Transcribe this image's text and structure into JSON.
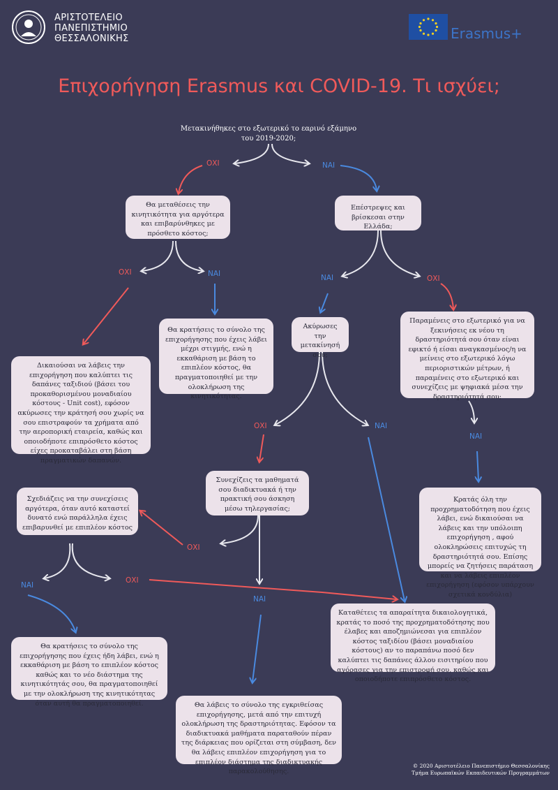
{
  "header": {
    "university": [
      "ΑΡΙΣΤΟΤΕΛΕΙΟ",
      "ΠΑΝΕΠΙΣΤΗΜΙΟ",
      "ΘΕΣΣΑΛΟΝΙΚΗΣ"
    ],
    "erasmus_label": "Erasmus+"
  },
  "title": "Επιχορήγηση Erasmus και COVID-19. Τι ισχύει;",
  "question": "Μετακινήθηκες στο εξωτερικό το εαρινό εξάμηνο του 2019-2020;",
  "labels": {
    "no": "ΟΧΙ",
    "yes": "ΝΑΙ"
  },
  "nodes": {
    "postpone": "Θα μεταθέσεις την κινητικότητα για αργότερα και επιβαρύνθηκες με πρόσθετο κόστος;",
    "returned": "Επέστρεψες και βρίσκεσαι στην Ελλάδα;",
    "refund": "Δικαιούσαι να λάβεις την επιχορήγηση που καλύπτει τις δαπάνες ταξιδιού (βάσει του προκαθορισμένου μοναδιαίου κόστους - Unit cost), εφόσον ακύρωσες την κράτησή σου χωρίς να σου επιστραφούν τα χρήματα από την αεροπορική εταιρεία, καθώς και οποιοδήποτε επιπρόσθετο κόστος είχες προκαταβάλει στη βάση πραγματικών δαπανών.",
    "keep_settle": "Θα κρατήσεις το σύνολο της επιχορήγησης που έχεις λάβει μέχρι στιγμής, ενώ η εκκαθάριση με βάση το επιπλέον κόστος, θα πραγματοποιηθεί με την ολοκλήρωση της κινητικότητας.",
    "cancelled": "Ακύρωσες την μετακίνησή σου;",
    "stayed": "Παραμένεις στο εξωτερικό για να ξεκινήσεις εκ νέου τη δραστηριότητά σου όταν είναι εφικτό ή είσαι αναγκασμένος/η να μείνεις στο εξωτερικό λόγω περιοριστικών μέτρων, ή παραμένεις στο εξωτερικό και συνεχίζεις με ψηφιακά μέσα την δραστηριότητά σου;",
    "online": "Συνεχίζεις τα μαθηματά σου διαδικτυακά ή την πρακτική σου άσκηση μέσω τηλεργασίας;",
    "keep_all": "Κρατάς όλη την προχρηματοδότηση που έχεις λάβει, ενώ δικαιούσαι να λάβεις και την υπόλοιπη επιχορήγηση , αφού ολοκληρώσεις επιτυχώς τη δραστηριότητά σου. Επίσης μπορείς να ζητήσεις παράταση και να λάβεις επιπλέον επιχορήγηση (εφόσον υπάρχουν σχετικά κονδύλια)",
    "plan_later": "Σχεδιάζεις να την συνεχίσεις αργότερα, όταν αυτό καταστεί δυνατό ενώ παράλληλα έχεις επιβαρυνθεί με επιπλέον κόστος",
    "submit_docs": "Καταθέτεις τα απαραίτητα δικαιολογητικά, κρατάς το ποσό της προχρηματοδότησης που έλαβες και αποζημιώνεσαι για επιπλέον κόστος ταξιδίου (βάσει μοναδιαίου κόστους) αν το παραπάνω ποσό δεν καλύπτει τις δαπάνες άλλου εισιτηρίου που αγόρασες για την επιστροφή σου, καθώς και οποιοδήποτε επιπρόσθετο κόστος.",
    "keep_resettle": "Θα κρατήσεις το σύνολο της επιχορήγησης που έχεις ήδη λάβει, ενώ η εκκαθάριση με βάση το επιπλέον κόστος καθώς και το νέο διάστημα της κινητικότητάς σου, θα πραγματοποιηθεί με την ολοκλήρωση της κινητικότητας όταν αυτή θα πραγματοποιηθεί.",
    "full_grant": "Θα λάβεις το σύνολο της εγκριθείσας επιχορήγησης, μετά από την επιτυχή ολοκλήρωση της δραστηριότητας. Εφόσον τα διαδικτυακά μαθήματα παραταθούν πέραν της διάρκειας που ορίζεται στη σύμβαση, δεν θα λάβεις επιπλέον επιχορήγηση για το επιπλέον διάστημα της διαδικτυακής παρακολούθησης."
  },
  "footer": {
    "line1": "© 2020 Αριστοτέλειο Πανεπιστήμιο Θεσσαλονίκης",
    "line2": "Τμήμα Ευρωπαϊκών Εκπαιδευτικών Προγραμμάτων"
  },
  "colors": {
    "background": "#3b3b56",
    "no": "#f05a5a",
    "yes": "#4a8ae0",
    "box": "#ece2ea",
    "title": "#f05a5a",
    "white_arrow": "#e8e8ee"
  }
}
